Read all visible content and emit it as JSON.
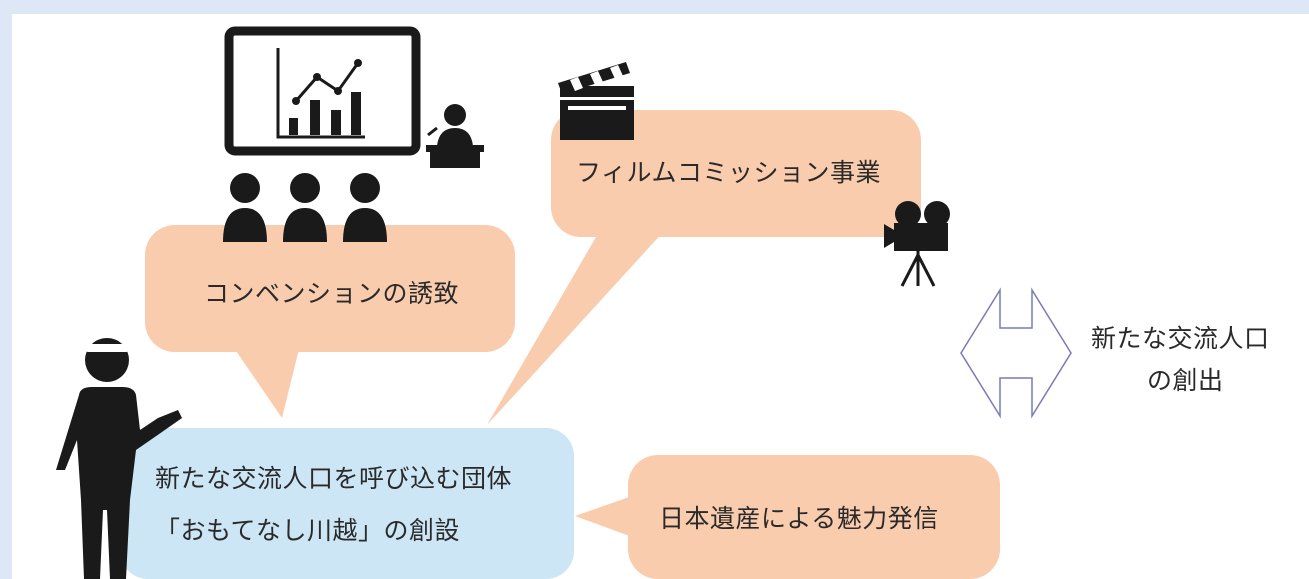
{
  "bubbles": {
    "convention": "コンベンションの誘致",
    "film": "フィルムコミッション事業",
    "heritage": "日本遺産による魅力発信",
    "main_line1": "新たな交流人口を呼び込む団体",
    "main_line2": "「おもてなし川越」の創設"
  },
  "result": {
    "line1": "新たな交流人口",
    "line2": "の創出"
  },
  "colors": {
    "background": "#dde7f6",
    "orange_bubble": "#f9ccae",
    "blue_bubble": "#cce6f6",
    "icon": "#1a1a1a",
    "arrow_stroke": "#7a7ab8"
  },
  "icons": [
    "presentation-board-icon",
    "speaker-podium-icon",
    "audience-icon",
    "clapperboard-icon",
    "movie-camera-icon",
    "guide-person-icon",
    "double-arrow-icon"
  ]
}
